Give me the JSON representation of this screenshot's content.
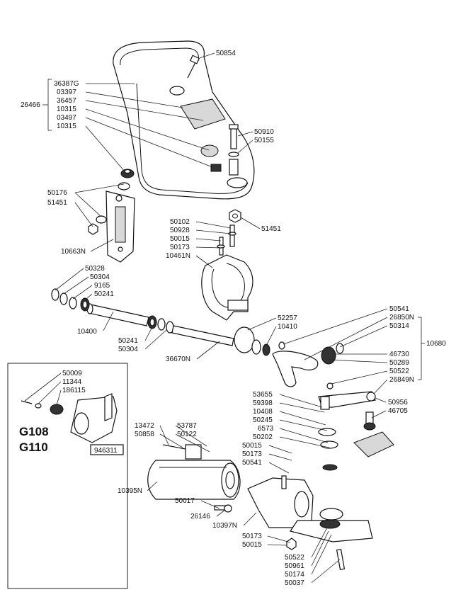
{
  "labels": {
    "l50854": "50854",
    "l36387g": "36387G",
    "l03397": "03397",
    "l36457": "36457",
    "l26466": "26466",
    "l10315a": "10315",
    "l03497": "03497",
    "l10315b": "10315",
    "l50910": "50910",
    "l50155": "50155",
    "l50176": "50176",
    "l51451a": "51451",
    "l51451b": "51451",
    "l10663n": "10663N",
    "l50102": "50102",
    "l50928": "50928",
    "l50015a": "50015",
    "l50173a": "50173",
    "l10461n": "10461N",
    "l50328": "50328",
    "l50304a": "50304",
    "l9165": "9165",
    "l50241a": "50241",
    "l10400": "10400",
    "l50241b": "50241",
    "l50304b": "50304",
    "l36670n": "36670N",
    "l52257": "52257",
    "l10410": "10410",
    "l50541a": "50541",
    "l26850n": "26850N",
    "l50314": "50314",
    "l10680": "10680",
    "l46730": "46730",
    "l50289": "50289",
    "l50522a": "50522",
    "l26849n": "26849N",
    "l50009": "50009",
    "l11344": "11344",
    "l186115": "186115",
    "l53655": "53655",
    "l59398": "59398",
    "l10408": "10408",
    "l50245": "50245",
    "l6573": "6573",
    "l50202": "50202",
    "l50015b": "50015",
    "l50173b": "50173",
    "l50541b": "50541",
    "l50956": "50956",
    "l46705": "46705",
    "l13472": "13472",
    "l50858": "50858",
    "l53787": "53787",
    "l50122": "50122",
    "l10395n": "10395N",
    "l50017": "50017",
    "l26146": "26146",
    "l10397n": "10397N",
    "l50173c": "50173",
    "l50015c": "50015",
    "l50522b": "50522",
    "l50961": "50961",
    "l50174": "50174",
    "l50037": "50037"
  },
  "inset": {
    "model1": "G108",
    "model2": "G110",
    "code": "946311"
  }
}
